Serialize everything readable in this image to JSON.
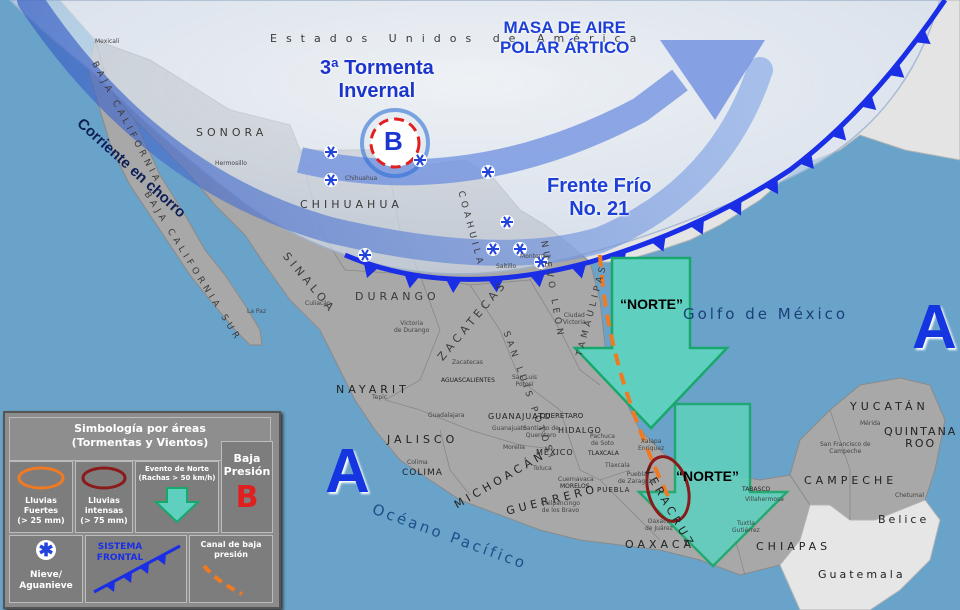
{
  "country_label": "Estados Unidos de América",
  "labels": {
    "masa_aire": "MASA DE AIRE\nPOLAR ÁRTICO",
    "tormenta": "3ª Tormenta\nInvernal",
    "frente": "Frente Frío\nNo. 21",
    "corriente": "Corriente en chorro",
    "low_letter": "B",
    "high_letter": "A",
    "norte1": "“NORTE”",
    "norte2": "“NORTE”",
    "golfo": "Golfo de México",
    "pacifico": "Océano Pacífico",
    "belice": "Belice",
    "guatemala": "Guatemala"
  },
  "states": {
    "sonora": "SONORA",
    "chihuahua": "CHIHUAHUA",
    "coahuila": "COAHUILA",
    "nuevo_leon": "NUEVO LEÓN",
    "baja_california": "BAJA CALIFORNIA",
    "baja_california_sur": "BAJA CALIFORNIA SUR",
    "sinaloa": "SINALOA",
    "durango": "DURANGO",
    "zacatecas": "ZACATECAS",
    "san_luis_potosi": "SAN LUIS POTOSÍ",
    "tamaulipas": "TAMAULIPAS",
    "nayarit": "NAYARIT",
    "jalisco": "JALISCO",
    "colima": "COLIMA",
    "michoacan": "MICHOACÁN",
    "guanajuato": "GUANAJUATO",
    "queretaro": "QUERÉTARO",
    "hidalgo": "HIDALGO",
    "mexico": "MÉXICO",
    "puebla": "PUEBLA",
    "tlaxcala": "TLAXCALA",
    "morelos": "MORELOS",
    "guerrero": "GUERRERO",
    "oaxaca": "OAXACA",
    "veracruz": "VERACRUZ",
    "tabasco": "TABASCO",
    "chiapas": "CHIAPAS",
    "campeche": "CAMPECHE",
    "yucatan": "YUCATÁN",
    "quintana_roo": "QUINTANA\nROO",
    "aguascalientes": "AGUASCALIENTES"
  },
  "cities": {
    "mexicali": "Mexicali",
    "hermosillo": "Hermosillo",
    "culiacan": "Culiacán",
    "la_paz": "La Paz",
    "durango_c": "Durango",
    "zacatecas_c": "Zacatecas",
    "aguascalientes_c": "Aguascalientes",
    "san_luis_c": "San Luis\nPotosí",
    "ciudad_victoria": "Ciudad\nVictoria",
    "monterrey": "Monterrey",
    "saltillo": "Saltillo",
    "tepic": "Tepic",
    "guadalajara": "Guadalajara",
    "colima_c": "Colima",
    "morelia": "Morelia",
    "guanajuato_c": "Guanajuato",
    "queretaro_c": "Santiago de\nQuerétaro",
    "pachuca": "Pachuca\nde Soto",
    "toluca": "Toluca",
    "cuernavaca": "Cuernavaca",
    "chilpancingo": "Chilpancingo\nde los Bravo",
    "puebla_c": "Puebla\nde Zaragoza",
    "xalapa": "Xalapa\nEnríquez",
    "tlaxcala_c": "Tlaxcala",
    "oaxaca_c": "Oaxaca\nde Juárez",
    "villahermosa": "Villahermosa",
    "merida": "Mérida",
    "campeche_c": "San Francisco de\nCampeche",
    "chetumal": "Chetumal",
    "tuxtla": "Tuxtla\nGutiérrez",
    "chihuahua_c": "Chihuahua",
    "victoria_durango": "Victoria\nde Durango"
  },
  "legend": {
    "title": "Simbología por áreas\n(Tormentas y Vientos)",
    "lluvias_fuertes": "Lluvias\nFuertes\n(> 25 mm)",
    "lluvias_intensas": "Lluvias\nintensas\n(> 75 mm)",
    "evento_norte": "Evento de Norte\n(Rachas > 50 km/h)",
    "baja_presion": "Baja\nPresión",
    "baja_letter": "B",
    "nieve": "Nieve/\nAguanieve",
    "sistema_frontal": "SISTEMA\nFRONTAL",
    "canal": "Canal de baja\npresión"
  },
  "colors": {
    "ocean": "#6aa3c9",
    "land_mexico": "#a9a9a9",
    "land_other": "#e9e9e9",
    "front": "#1a2ee6",
    "polar_mass": "#dbe6f1",
    "norte_arrow": "#5fcfbf",
    "lluvia_fuerte": "#f07a22",
    "lluvia_intensa": "#8b1a1a",
    "low_red": "#e01f1f"
  },
  "snow_marker_count": 9
}
